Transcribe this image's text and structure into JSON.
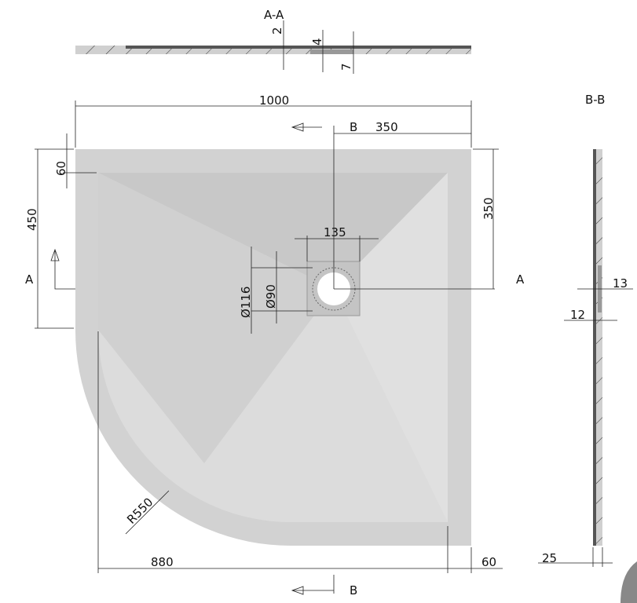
{
  "section_aa": {
    "title": "A-A",
    "dims": [
      "2",
      "4",
      "7"
    ]
  },
  "section_bb": {
    "title": "B-B",
    "dims": [
      "13",
      "12",
      "25"
    ]
  },
  "plan": {
    "width": "1000",
    "b_offset": "350",
    "a_offset": "350",
    "left_offset": "450",
    "rim_top": "60",
    "drain_width": "135",
    "drain_outer_dia": "Ø116",
    "drain_inner_dia": "Ø90",
    "radius": "R550",
    "bottom_length": "880",
    "rim_right": "60",
    "section_b_label": "B",
    "section_a_label": "A"
  },
  "colors": {
    "tray": "#cfcfcf",
    "tray_inner": "#d9d9d9",
    "hatch": "#bdbdbd"
  }
}
